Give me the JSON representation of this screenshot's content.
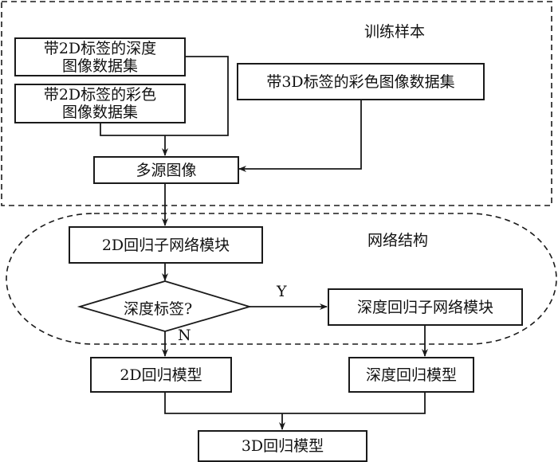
{
  "groups": {
    "training": {
      "label": "训练样本"
    },
    "network": {
      "label": "网络结构"
    }
  },
  "nodes": {
    "depth_2d_dataset": {
      "line1": "带2D标签的深度",
      "line2": "图像数据集"
    },
    "color_2d_dataset": {
      "line1": "带2D标签的彩色",
      "line2": "图像数据集"
    },
    "color_3d_dataset": {
      "label": "带3D标签的彩色图像数据集"
    },
    "multi_source": {
      "label": "多源图像"
    },
    "sub_2d": {
      "label": "2D回归子网络模块"
    },
    "decision": {
      "label": "深度标签?"
    },
    "sub_depth": {
      "label": "深度回归子网络模块"
    },
    "model_2d": {
      "label": "2D回归模型"
    },
    "model_depth": {
      "label": "深度回归模型"
    },
    "model_3d": {
      "label": "3D回归模型"
    }
  },
  "edges": {
    "yes_label": "Y",
    "no_label": "N"
  }
}
